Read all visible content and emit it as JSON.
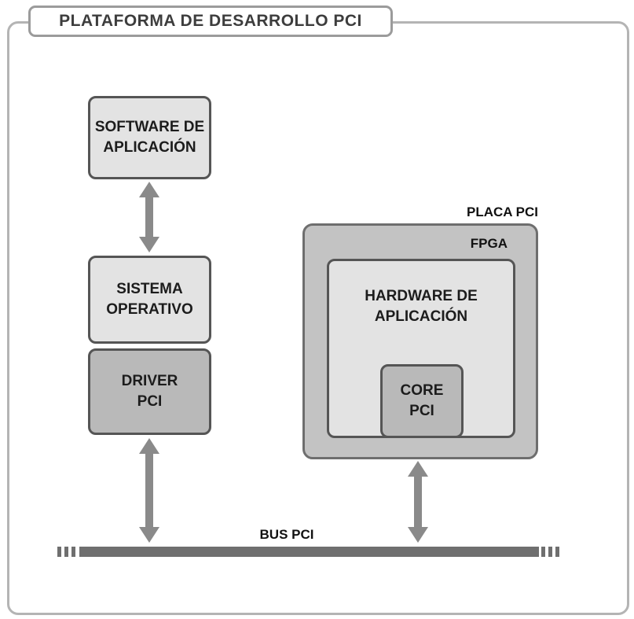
{
  "title": "PLATAFORMA DE DESARROLLO PCI",
  "diagram": {
    "nodes": {
      "software": {
        "lines": [
          "SOFTWARE DE",
          "APLICACIÓN"
        ]
      },
      "os": {
        "lines": [
          "SISTEMA",
          "OPERATIVO"
        ]
      },
      "driver": {
        "lines": [
          "DRIVER",
          "PCI"
        ]
      },
      "hardware": {
        "lines": [
          "HARDWARE DE",
          "APLICACIÓN"
        ]
      },
      "core": {
        "lines": [
          "CORE",
          "PCI"
        ]
      }
    },
    "labels": {
      "placa": "PLACA PCI",
      "fpga": "FPGA",
      "bus": "BUS PCI"
    },
    "colors": {
      "light_box": "#e3e3e3",
      "dark_box": "#b9b9b9",
      "placa_box": "#c3c3c3",
      "box_border": "#555555",
      "outer_frame_border": "#b4b4b4",
      "title_border": "#9b9b9b",
      "arrow": "#8a8a8a",
      "bus": "#6f6f6f",
      "text": "#1c1c1c"
    }
  }
}
